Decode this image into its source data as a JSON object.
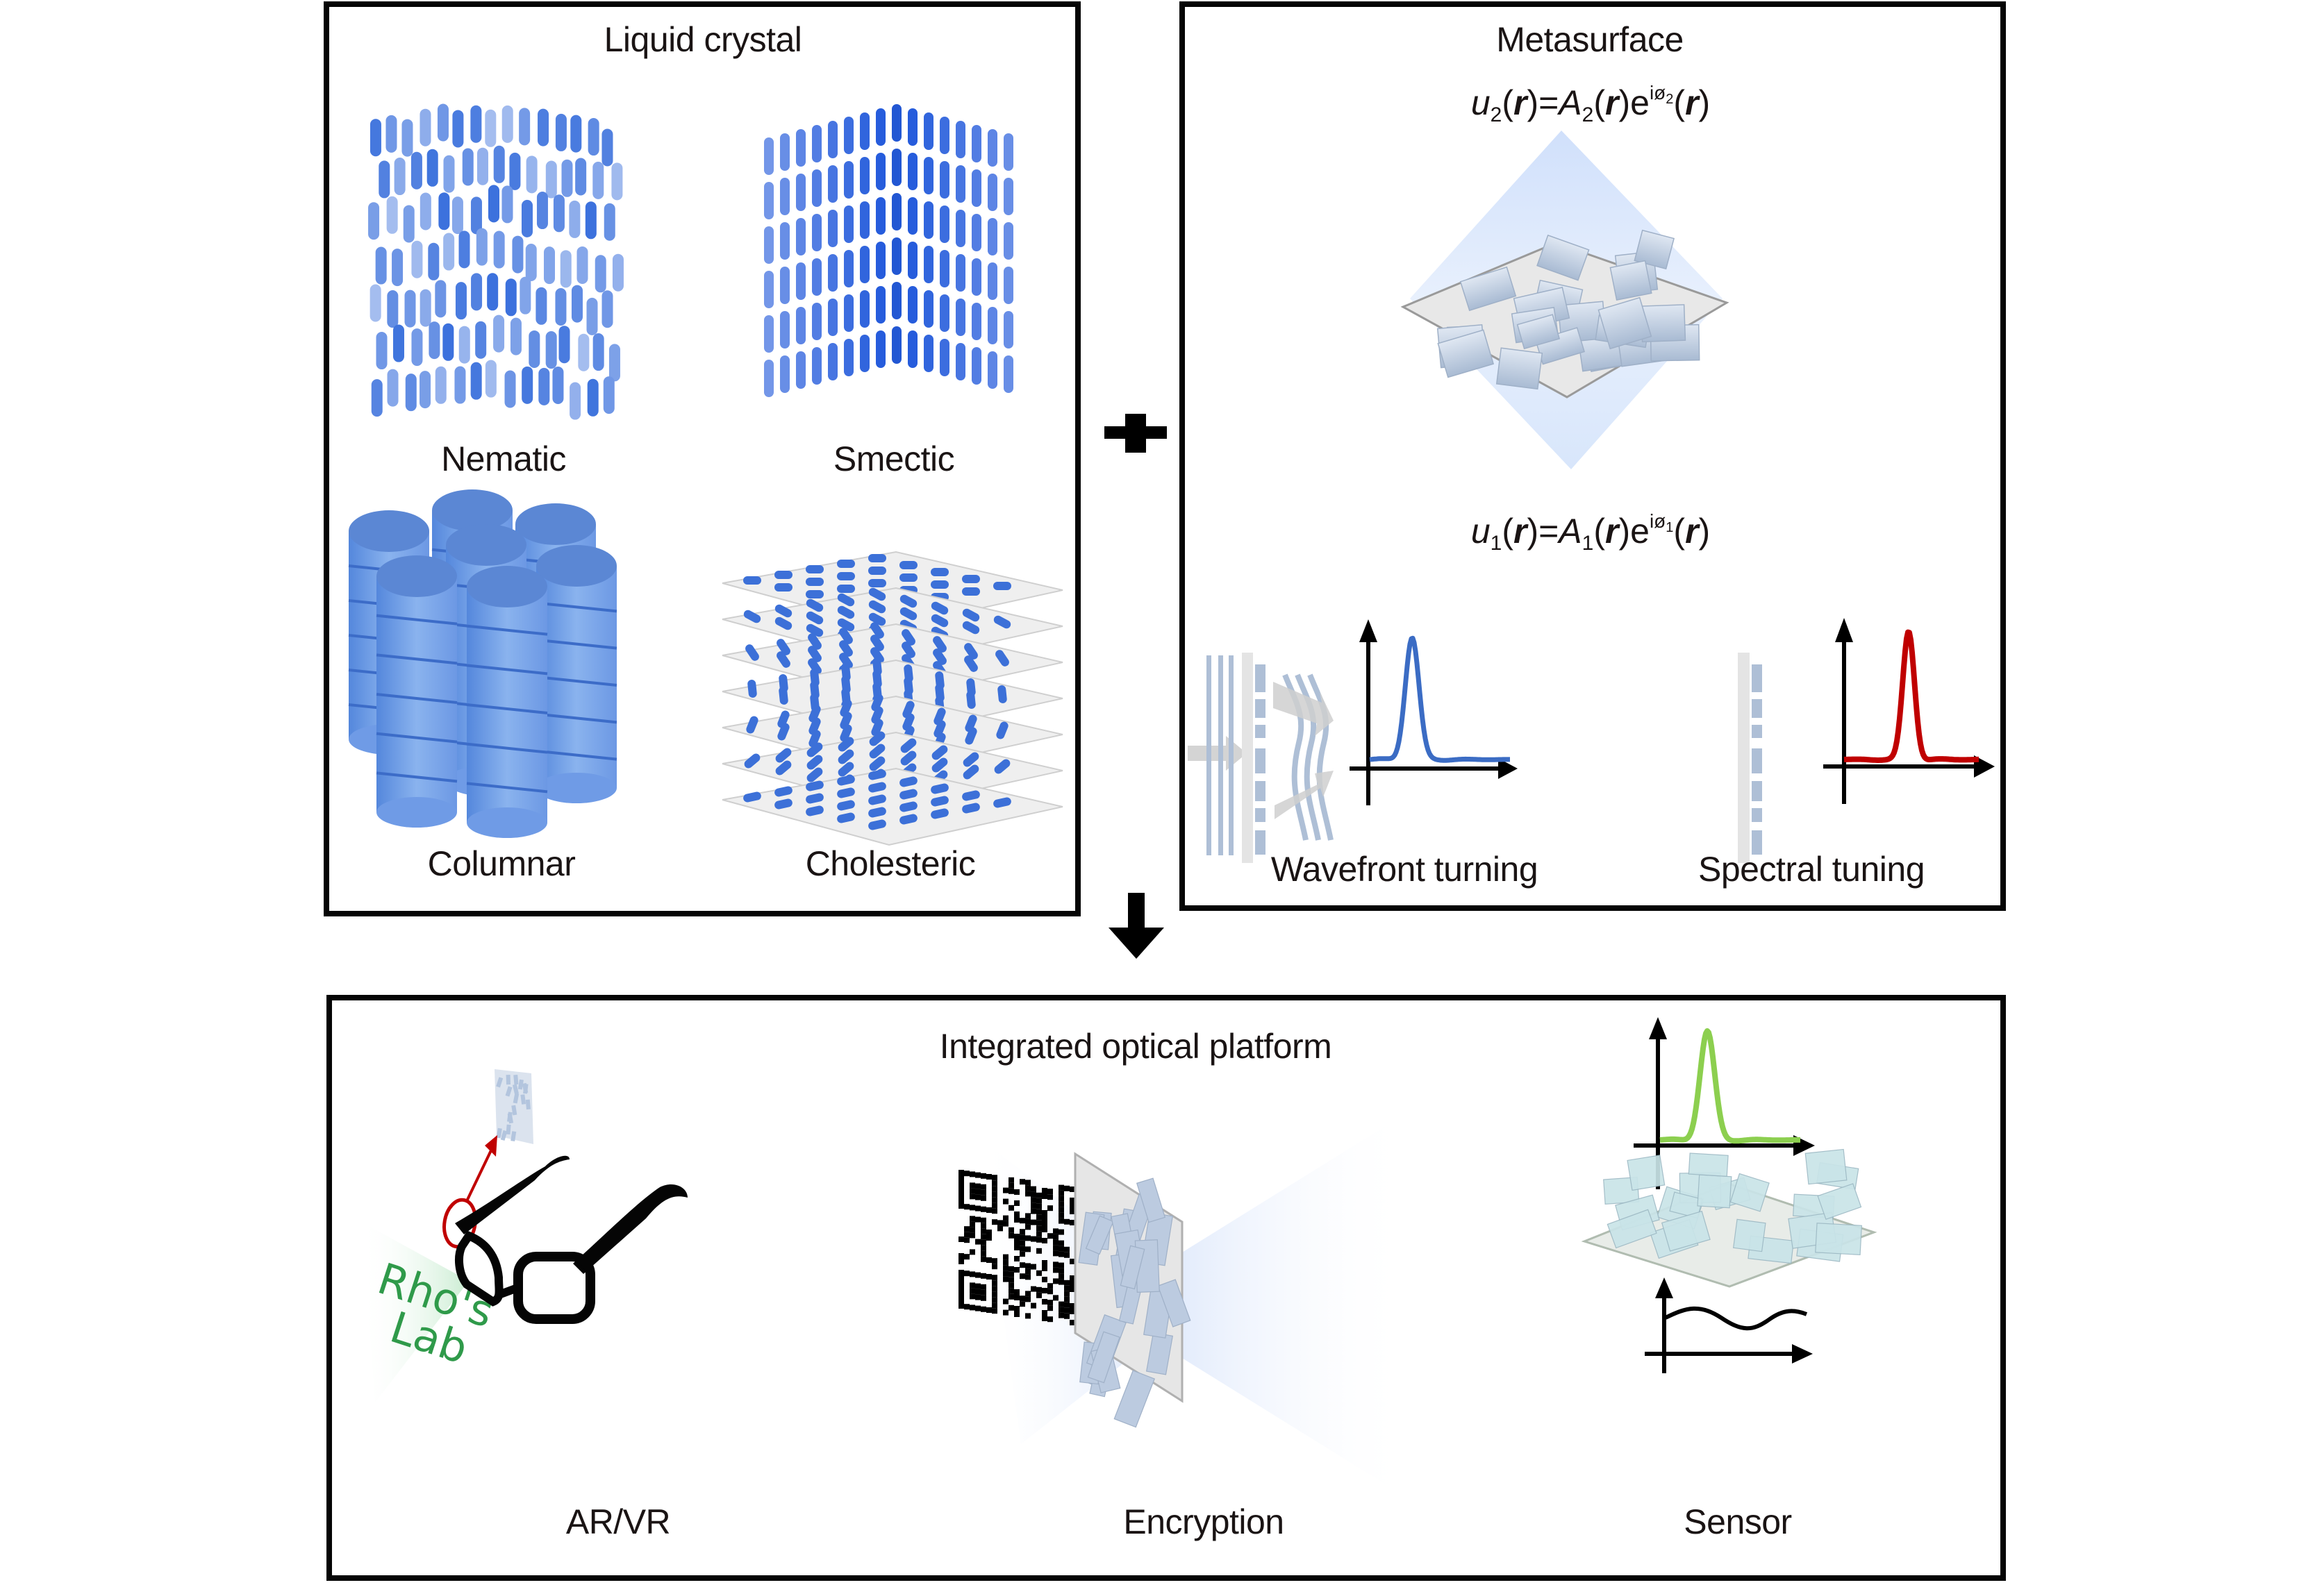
{
  "figure": {
    "operator_plus": "+",
    "flow_arrow": "down"
  },
  "liquid_crystal": {
    "title": "Liquid crystal",
    "phases": [
      {
        "label": "Nematic",
        "illustration": "randomly-positioned-aligned-rods"
      },
      {
        "label": "Smectic",
        "illustration": "layered-aligned-rods-cube"
      },
      {
        "label": "Columnar",
        "illustration": "stacked-disc-columns"
      },
      {
        "label": "Cholesteric",
        "illustration": "twisted-rod-layers-on-plates"
      }
    ],
    "colors": {
      "rod": "#3d6fd6",
      "rod_light": "#8ab0ee",
      "plate": "#e6e6e6"
    }
  },
  "metasurface": {
    "title": "Metasurface",
    "output_field": {
      "lhs": "u",
      "sub": "2",
      "arg": "r",
      "amp": "A",
      "amp_sub": "2",
      "exp": "e",
      "phase_i": "i",
      "phase": "ø",
      "phase_sub": "2"
    },
    "input_field": {
      "lhs": "u",
      "sub": "1",
      "arg": "r",
      "amp": "A",
      "amp_sub": "1",
      "exp": "e",
      "phase_i": "i",
      "phase": "ø",
      "phase_sub": "1"
    },
    "functions": [
      {
        "label": "Wavefront turning",
        "curve_color": "#3b6cc4"
      },
      {
        "label": "Spectral tuning",
        "curve_color": "#c00000"
      }
    ],
    "colors": {
      "beam": "#d6e4fb",
      "pillar": "#adbfd6",
      "substrate": "#e4e4e4",
      "arrow_gray": "#cfcfcf"
    }
  },
  "platform": {
    "title": "Integrated optical platform",
    "applications": [
      {
        "label": "AR/VR",
        "logo_text_line1": "Rho's",
        "logo_text_line2": "Lab",
        "logo_color": "#2f9a4a",
        "highlight_color": "#c00000"
      },
      {
        "label": "Encryption",
        "illustration": "qr-code-hologram"
      },
      {
        "label": "Sensor",
        "curve_color": "#8ccf4f"
      }
    ]
  }
}
